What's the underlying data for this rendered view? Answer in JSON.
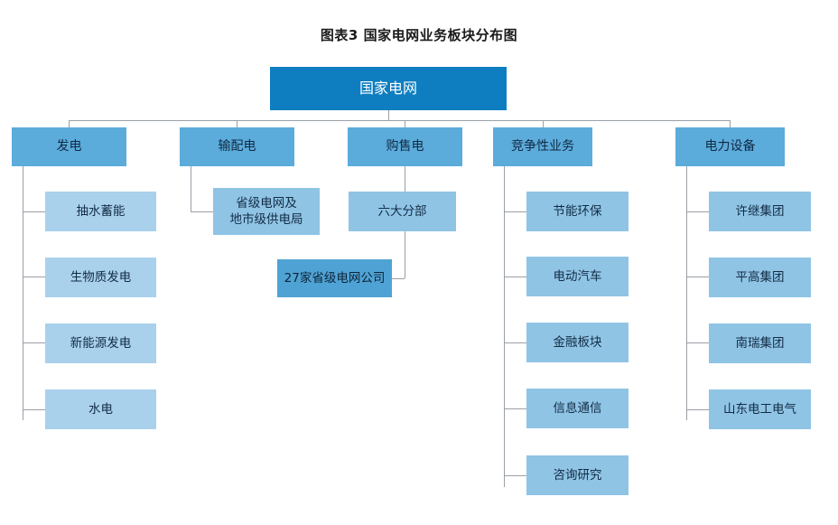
{
  "title": "图表3  国家电网业务板块分布图",
  "colors": {
    "root": "#0E7EC0",
    "level2": "#5BABDB",
    "leaf_light": "#A9D1EC",
    "leaf_mid": "#8FC4E5",
    "accent": "#4FA3D4",
    "connector": "#9aa0a6",
    "background": "#ffffff"
  },
  "chart_data": {
    "type": "diagram",
    "diagram_type": "organization-tree",
    "title": "图表3  国家电网业务板块分布图",
    "root": "国家电网",
    "branches": [
      {
        "label": "发电",
        "children": [
          "抽水蓄能",
          "生物质发电",
          "新能源发电",
          "水电"
        ]
      },
      {
        "label": "输配电",
        "children": [
          "省级电网及\n地市级供电局"
        ]
      },
      {
        "label": "购售电",
        "children": [
          "六大分部",
          "27家省级电网公司"
        ]
      },
      {
        "label": "竞争性业务",
        "children": [
          "节能环保",
          "电动汽车",
          "金融板块",
          "信息通信",
          "咨询研究"
        ]
      },
      {
        "label": "电力设备",
        "children": [
          "许继集团",
          "平高集团",
          "南瑞集团",
          "山东电工电气"
        ]
      }
    ]
  },
  "nodes": {
    "root": "国家电网",
    "b1": "发电",
    "b1c1": "抽水蓄能",
    "b1c2": "生物质发电",
    "b1c3": "新能源发电",
    "b1c4": "水电",
    "b2": "输配电",
    "b2c1": "省级电网及\n地市级供电局",
    "b3": "购售电",
    "b3c1": "六大分部",
    "b3c2": "27家省级电网公司",
    "b4": "竞争性业务",
    "b4c1": "节能环保",
    "b4c2": "电动汽车",
    "b4c3": "金融板块",
    "b4c4": "信息通信",
    "b4c5": "咨询研究",
    "b5": "电力设备",
    "b5c1": "许继集团",
    "b5c2": "平高集团",
    "b5c3": "南瑞集团",
    "b5c4": "山东电工电气"
  }
}
